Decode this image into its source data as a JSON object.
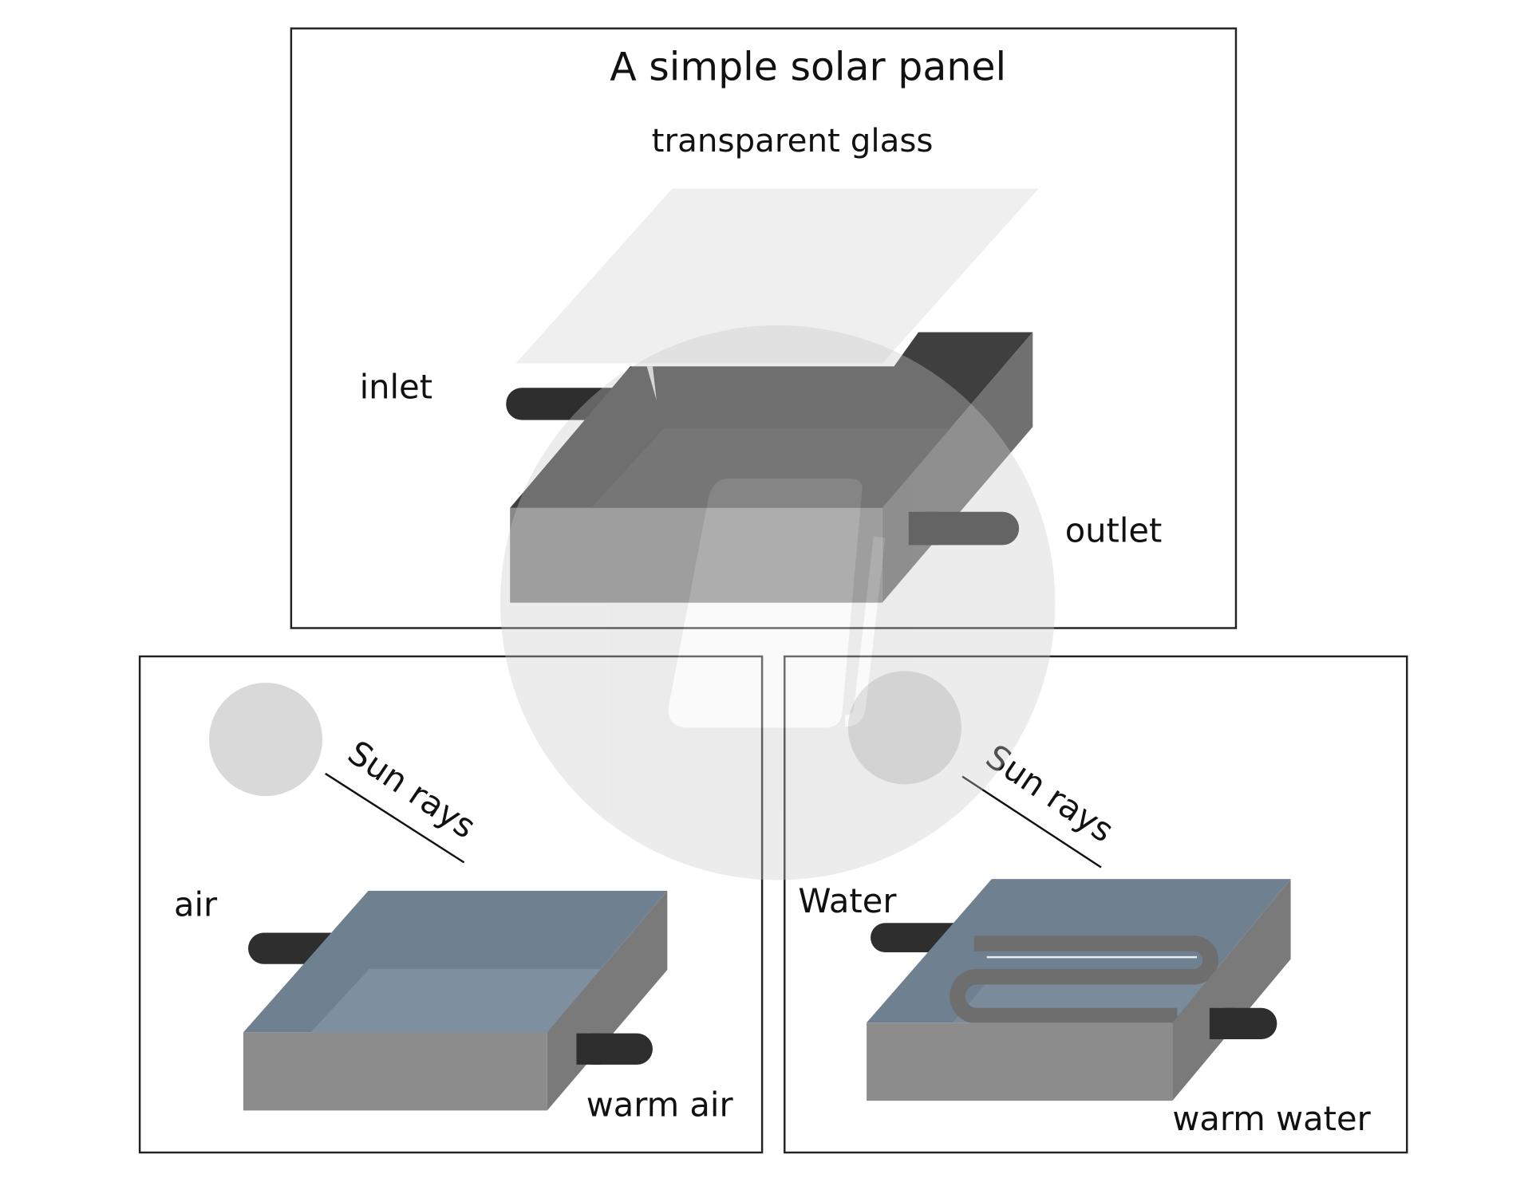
{
  "main_panel": {
    "title": "A simple solar panel",
    "glass_label": "transparent glass",
    "inlet_label": "inlet",
    "outlet_label": "outlet"
  },
  "air_panel": {
    "rays_label": "Sun rays",
    "input_label": "air",
    "output_label": "warm air"
  },
  "water_panel": {
    "rays_label": "Sun rays",
    "input_label": "Water",
    "output_label": "warm water"
  },
  "colors": {
    "pipe": "#2e2e2e",
    "box_dark": "#3f3f3f",
    "box_front": "#888888",
    "water_top": "#6f8090",
    "sun": "#d9d9d9"
  }
}
